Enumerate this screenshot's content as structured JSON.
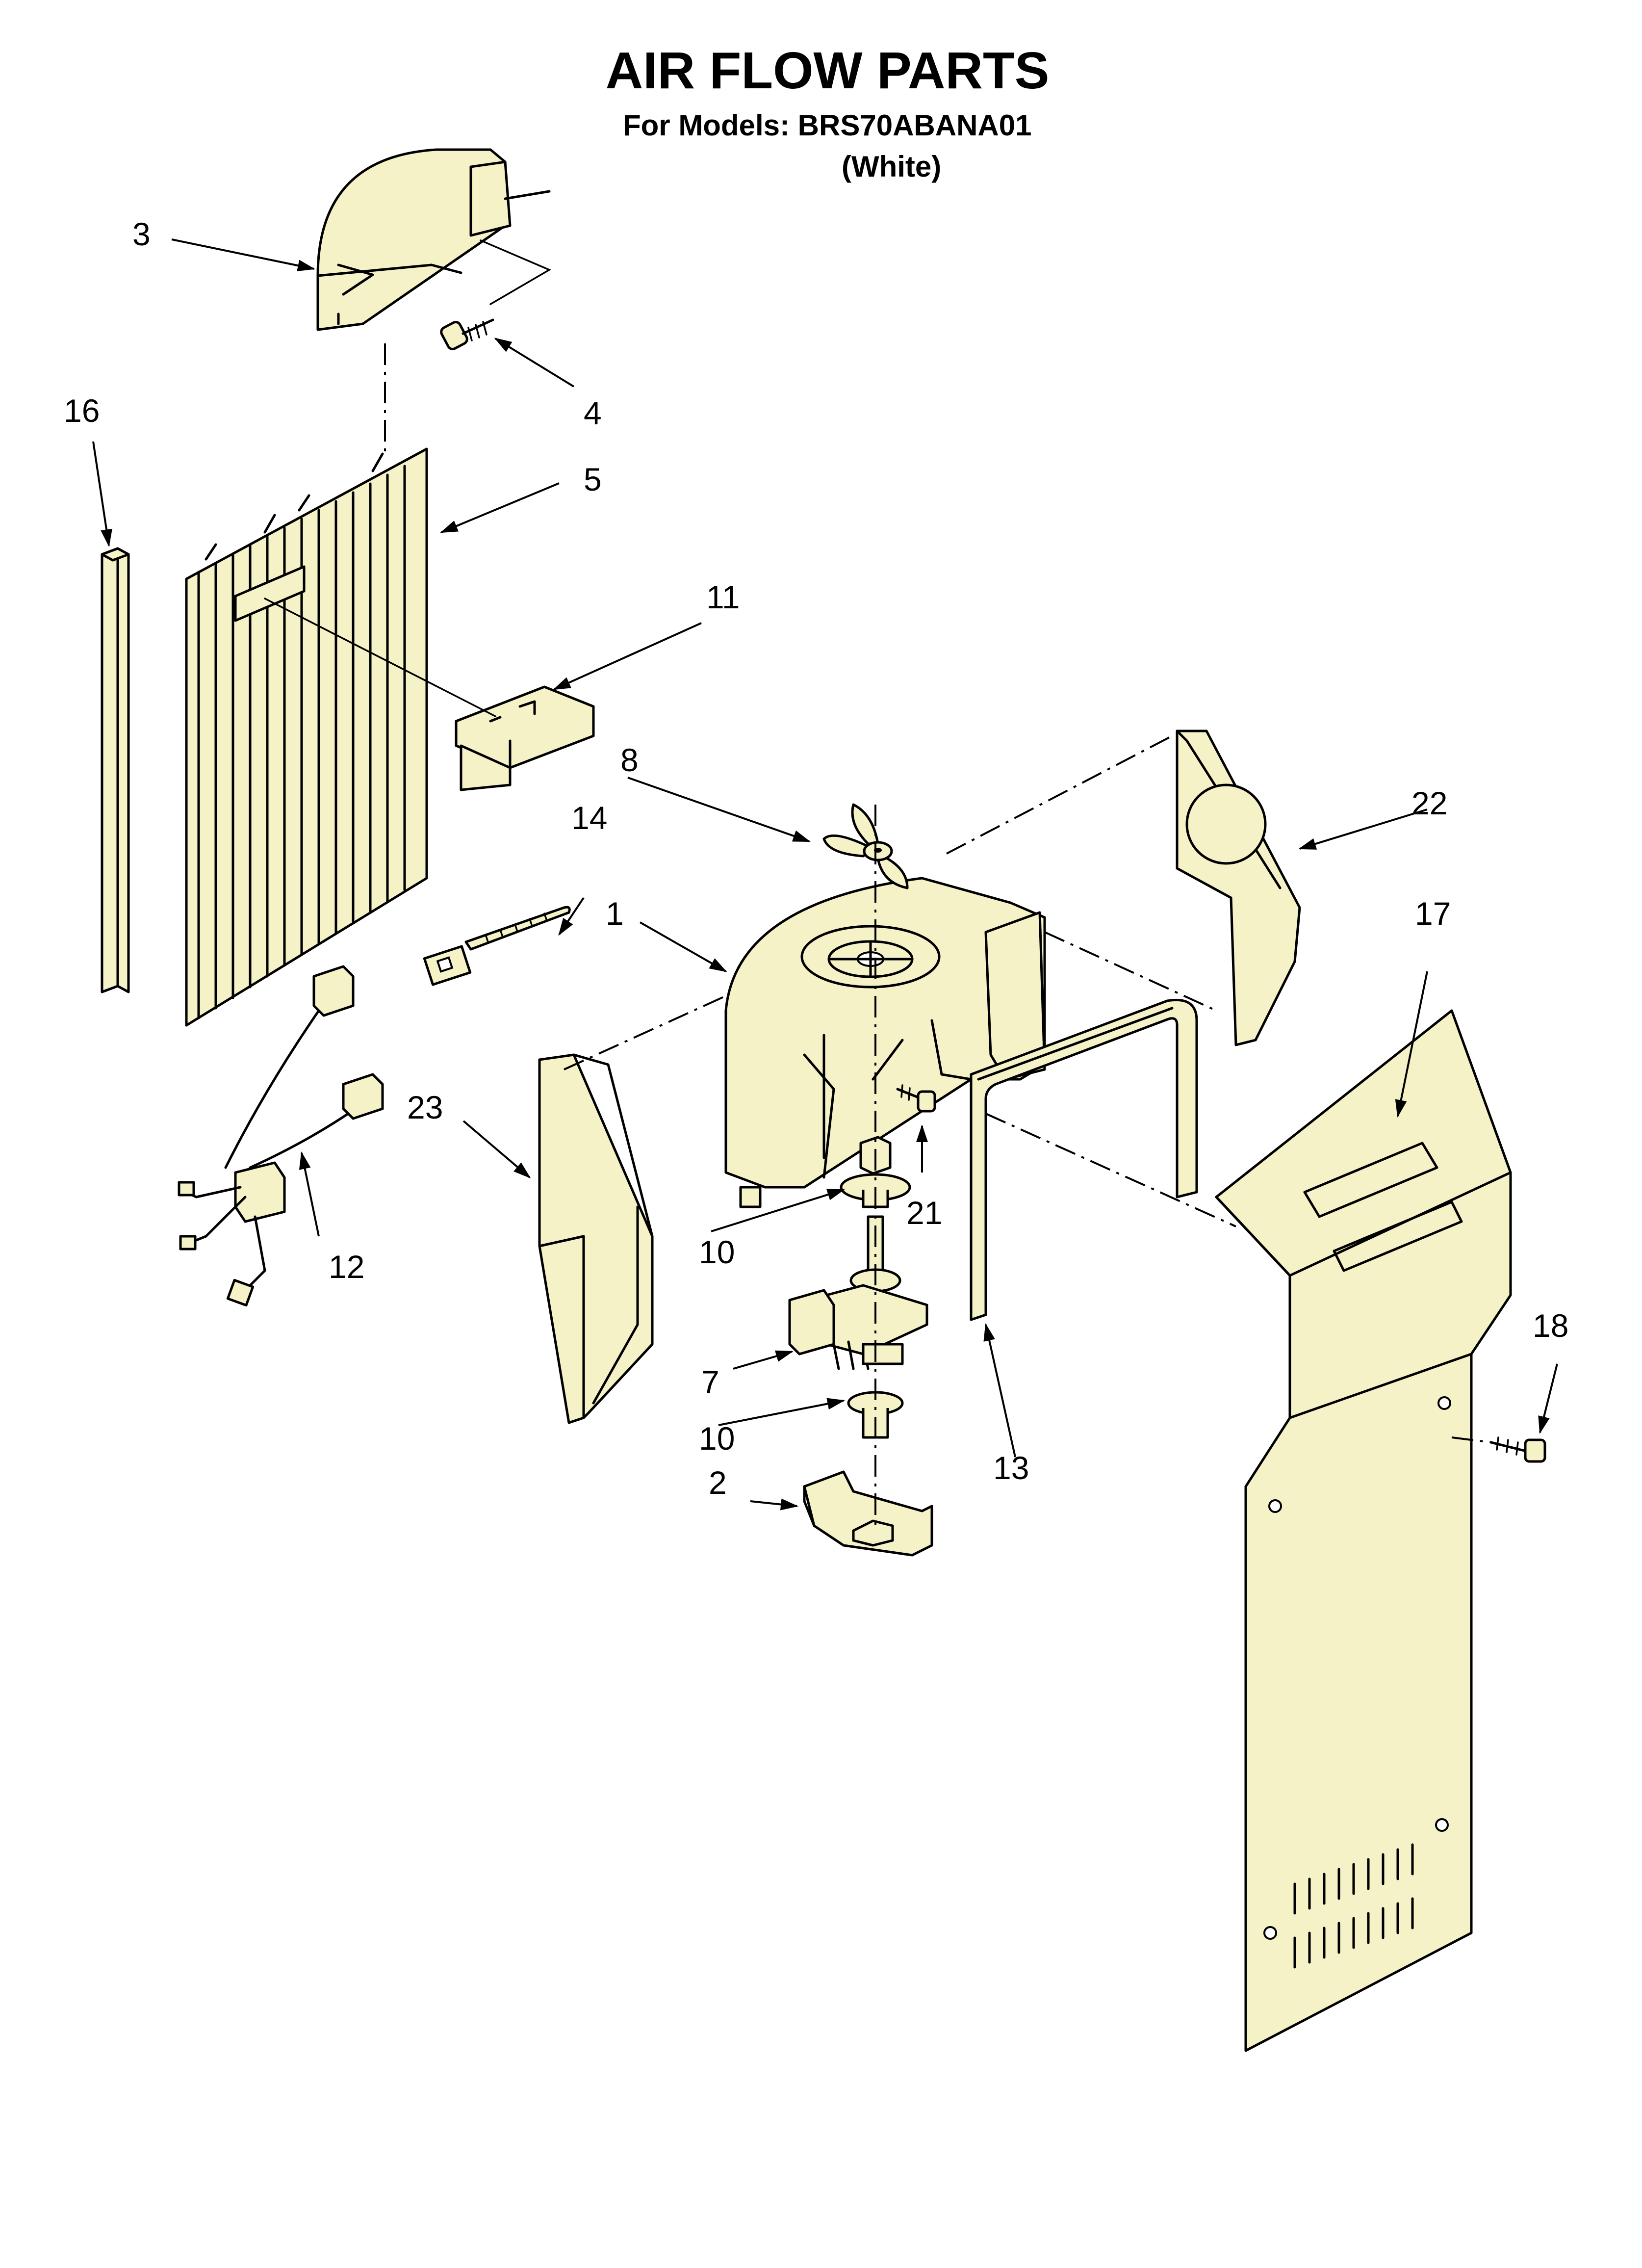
{
  "title": "AIR FLOW PARTS",
  "models_line": "For Models: BRS70ABANA01",
  "color_line": "(White)",
  "callouts": {
    "c1": "1",
    "c2": "2",
    "c3": "3",
    "c4": "4",
    "c5": "5",
    "c7": "7",
    "c8": "8",
    "c10a": "10",
    "c10b": "10",
    "c11": "11",
    "c12": "12",
    "c13": "13",
    "c14": "14",
    "c16": "16",
    "c17": "17",
    "c18": "18",
    "c21": "21",
    "c22": "22",
    "c23": "23"
  }
}
